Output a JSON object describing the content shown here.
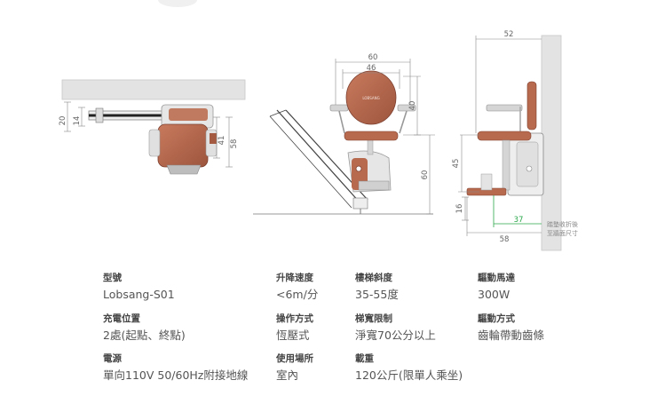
{
  "dimensions": {
    "front_view": {
      "d20": "20",
      "d14": "14",
      "d41": "41",
      "d58": "58"
    },
    "angled_view": {
      "d60_top": "60",
      "d46": "46",
      "d40": "40",
      "d60_side": "60"
    },
    "side_view": {
      "d52": "52",
      "d45": "45",
      "d16": "16",
      "d37": "37",
      "d58": "58"
    }
  },
  "folded_note": {
    "line1": "踏墊收折後",
    "line2": "至牆面尺寸"
  },
  "specs": [
    {
      "label": "型號",
      "value": "Lobsang-S01"
    },
    {
      "label": "升降速度",
      "value": "<6m/分"
    },
    {
      "label": "樓梯斜度",
      "value": "35-55度"
    },
    {
      "label": "驅動馬達",
      "value": "300W"
    },
    {
      "label": "充電位置",
      "value": "2處(起點、終點)"
    },
    {
      "label": "操作方式",
      "value": "恆壓式"
    },
    {
      "label": "梯寬限制",
      "value": "淨寬70公分以上"
    },
    {
      "label": "驅動方式",
      "value": "齒輪帶動齒條"
    },
    {
      "label": "電源",
      "value": "單向110V 50/60Hz附接地線"
    },
    {
      "label": "使用場所",
      "value": "室內"
    },
    {
      "label": "載重",
      "value": "120公斤(限單人乘坐)"
    }
  ],
  "colors": {
    "seat": "#b86a4f",
    "seat_dark": "#8f4c36",
    "metal": "#d9d9d9",
    "wall": "#e3e3e3",
    "dim_line": "#888888",
    "accent_dim": "#2aa84a"
  }
}
